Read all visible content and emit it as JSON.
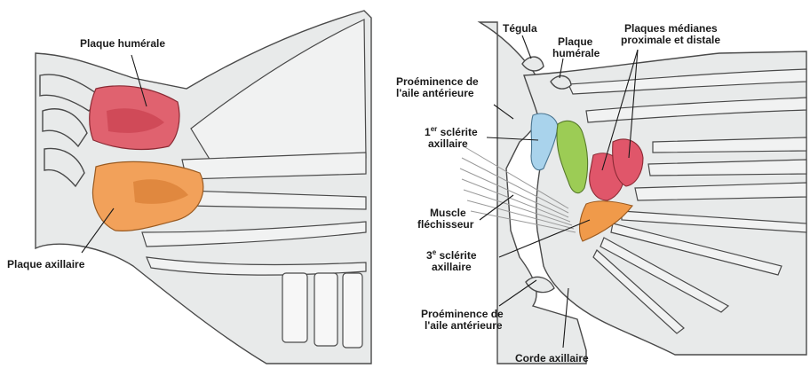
{
  "left_panel": {
    "labels": {
      "humeral_plate": "Plaque humérale",
      "axillary_plate": "Plaque axillaire"
    }
  },
  "right_panel": {
    "labels": {
      "tegula": "Tégula",
      "humeral_plate_l1": "Plaque",
      "humeral_plate_l2": "humérale",
      "median_plates_l1": "Plaques médianes",
      "median_plates_l2": "proximale et distale",
      "anterior_prominence_top_l1": "Proéminence de",
      "anterior_prominence_top_l2": "l'aile antérieure",
      "first_sclerite_l1_base": "1",
      "first_sclerite_l1_sup": "er",
      "first_sclerite_l1_rest": " sclérite",
      "first_sclerite_l2": "axillaire",
      "flexor_muscle_l1": "Muscle",
      "flexor_muscle_l2": "fléchisseur",
      "third_sclerite_l1_base": "3",
      "third_sclerite_l1_sup": "e",
      "third_sclerite_l1_rest": " sclérite",
      "third_sclerite_l2": "axillaire",
      "anterior_prominence_bottom_l1": "Proéminence de",
      "anterior_prominence_bottom_l2": "l'aile antérieure",
      "axillary_cord": "Corde axillaire"
    }
  },
  "colors": {
    "humeral_plate": "#e0626f",
    "axillary_plate": "#f2a15a",
    "first_sclerite": "#a9d3ec",
    "second_sclerite": "#9ccc55",
    "median_plates": "#e0566a",
    "third_sclerite": "#f09a4a"
  }
}
